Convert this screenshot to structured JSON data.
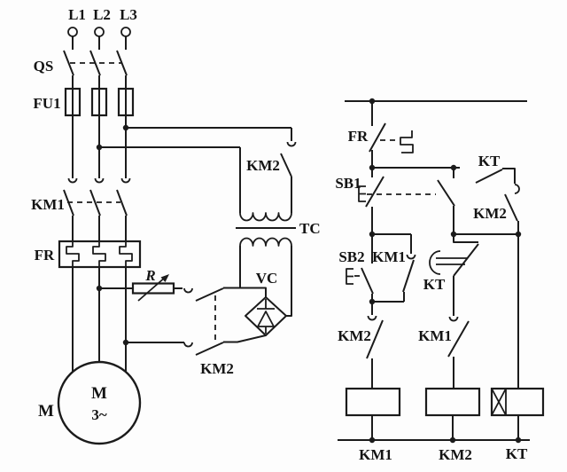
{
  "power": {
    "l1": "L1",
    "l2": "L2",
    "l3": "L3",
    "qs": "QS",
    "fu1": "FU1",
    "km1": "KM1",
    "fr": "FR",
    "r": "R",
    "km2_feed": "KM2",
    "tc": "TC",
    "vc": "VC",
    "km2_brake": "KM2",
    "motor_ref": "M",
    "motor_letter": "M",
    "motor_phases": "3~"
  },
  "control": {
    "fr": "FR",
    "sb1": "SB1",
    "sb2": "SB2",
    "km1_seal": "KM1",
    "kt_hold": "KT",
    "km2_hold": "KM2",
    "kt_delay": "KT",
    "km2_interlock": "KM2",
    "km1_interlock": "KM1",
    "coil_km1": "KM1",
    "coil_km2": "KM2",
    "coil_kt": "KT"
  },
  "colors": {
    "line": "#1b1b1b",
    "paper": "#fdfdfd"
  }
}
